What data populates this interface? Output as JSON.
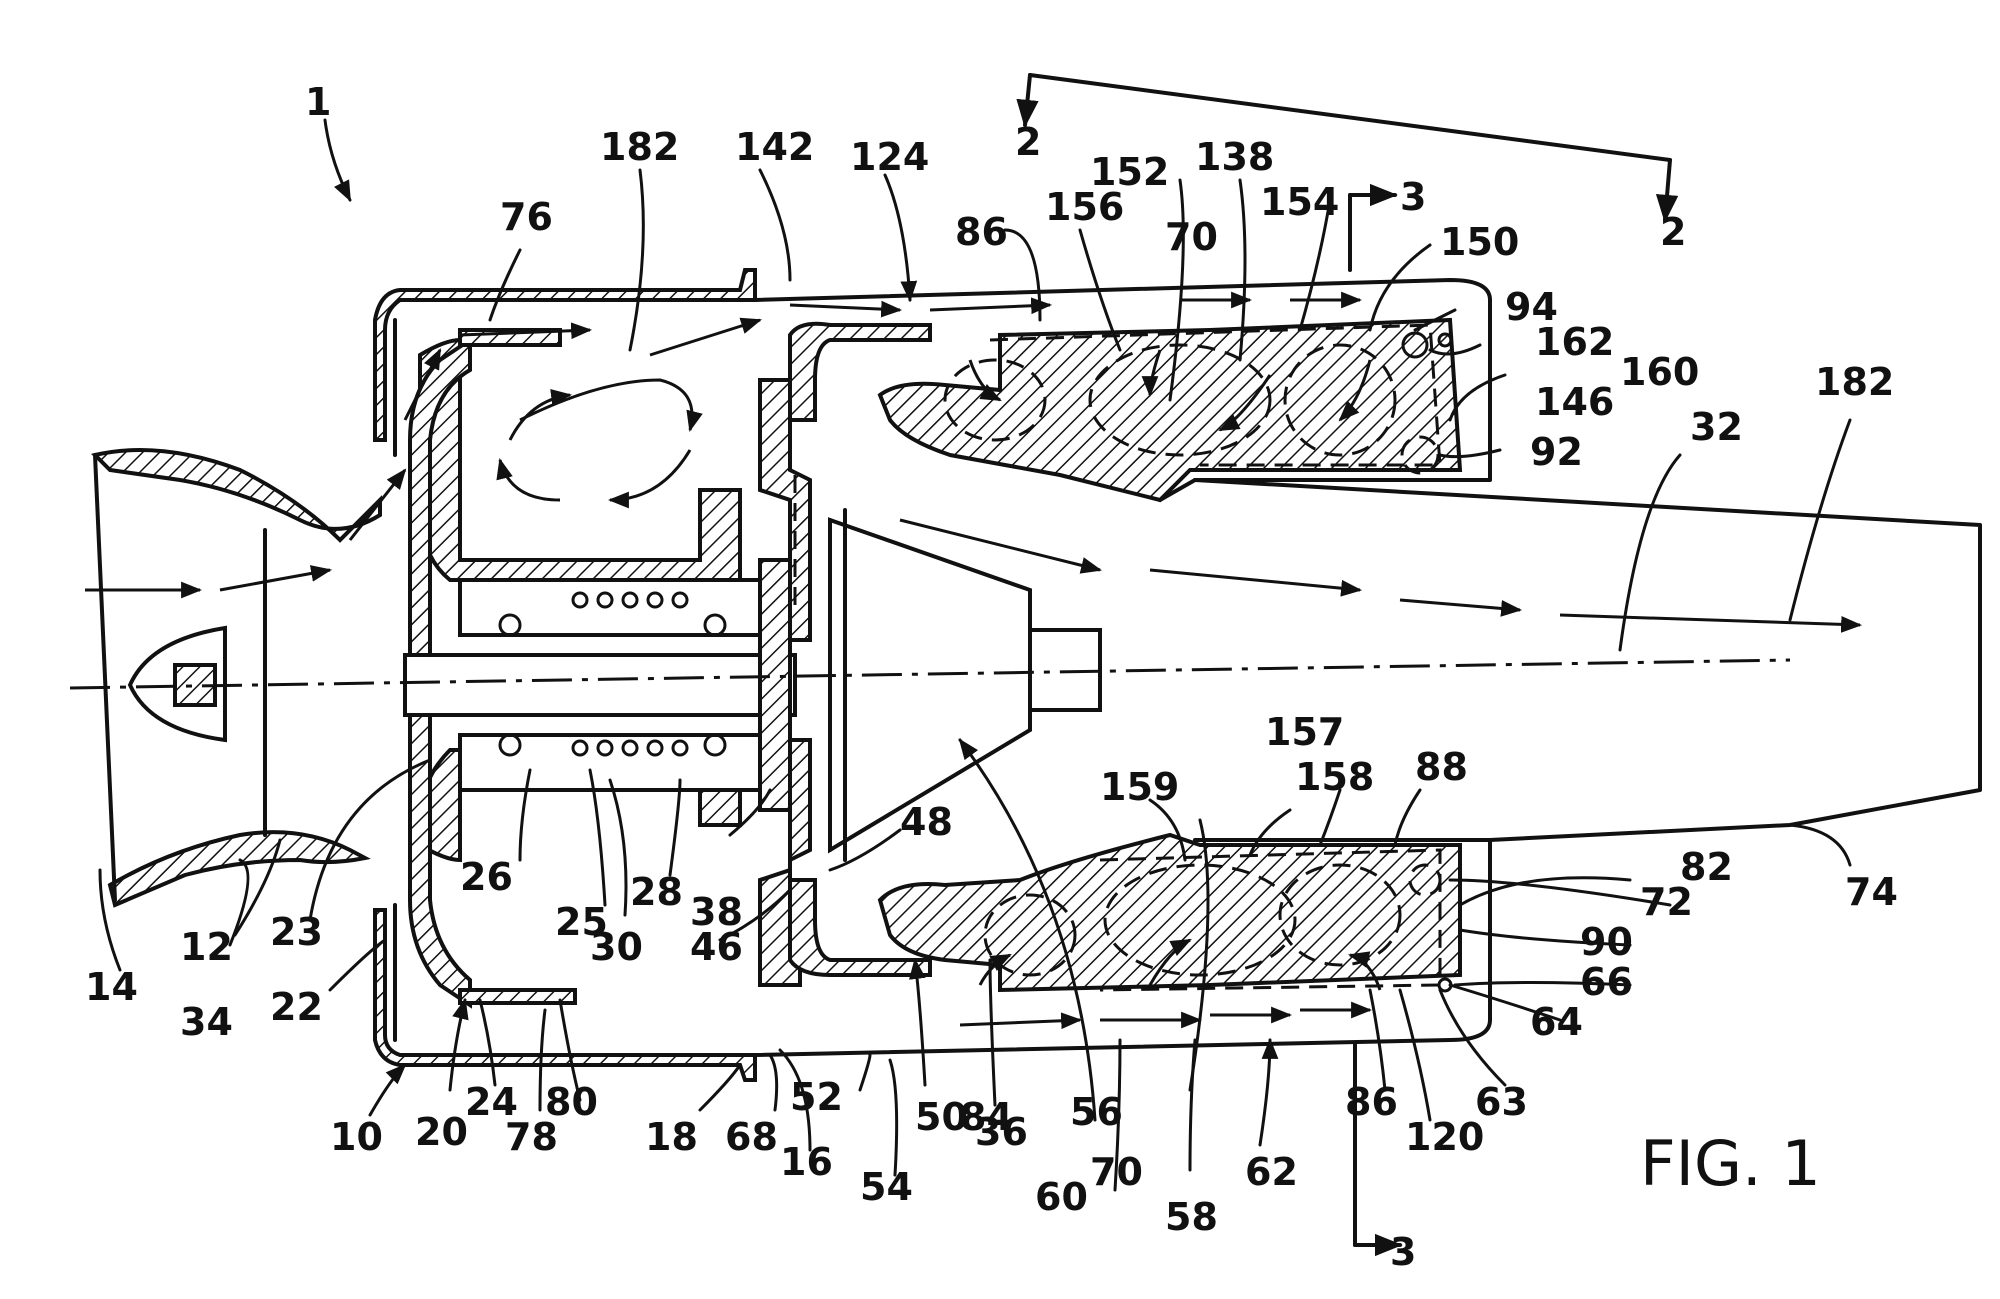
{
  "figure": {
    "caption": "FIG. 1",
    "colors": {
      "ink": "#111111",
      "paper": "#ffffff"
    }
  },
  "labels": {
    "l1": "1",
    "l2a": "2",
    "l2b": "2",
    "l3a": "3",
    "l3b": "3",
    "l182a": "182",
    "l182b": "182",
    "l142": "142",
    "l124": "124",
    "l76": "76",
    "l86a": "86",
    "l156": "156",
    "l152": "152",
    "l138": "138",
    "l70a": "70",
    "l154": "154",
    "l150": "150",
    "l94": "94",
    "l162": "162",
    "l160": "160",
    "l146": "146",
    "l92": "92",
    "l32": "32",
    "l74": "74",
    "l157": "157",
    "l159": "159",
    "l158": "158",
    "l88": "88",
    "l82": "82",
    "l72": "72",
    "l90": "90",
    "l66": "66",
    "l64": "64",
    "l63": "63",
    "l120": "120",
    "l86b": "86",
    "l62": "62",
    "l58": "58",
    "l70b": "70",
    "l60": "60",
    "l56": "56",
    "l36": "36",
    "l84": "84",
    "l50": "50",
    "l54": "54",
    "l52": "52",
    "l46": "46",
    "l48": "48",
    "l38": "38",
    "l28": "28",
    "l30": "30",
    "l25": "25",
    "l26": "26",
    "l23": "23",
    "l34": "34",
    "l12": "12",
    "l14": "14",
    "l22": "22",
    "l10": "10",
    "l20": "20",
    "l24": "24",
    "l78": "78",
    "l80": "80",
    "l18": "18",
    "l68": "68",
    "l16": "16"
  }
}
